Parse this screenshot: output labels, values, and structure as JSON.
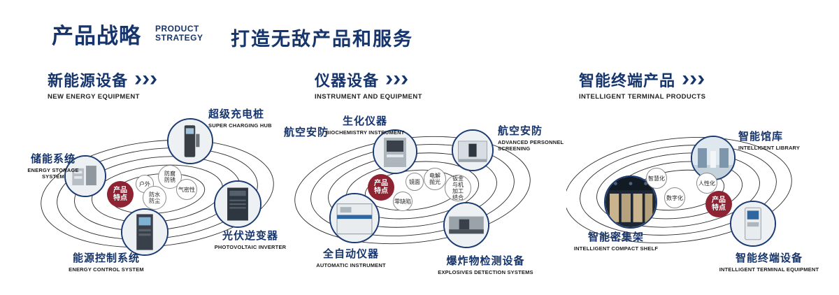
{
  "header": {
    "title": "产品战略",
    "subtitle_line1": "PRODUCT",
    "subtitle_line2": "STRATEGY",
    "tagline": "打造无敌产品和服务"
  },
  "badge_label": "产品特点",
  "sections": [
    {
      "title": "新能源设备",
      "subtitle": "NEW ENERGY EQUIPMENT",
      "products": [
        {
          "name": "超级充电桩",
          "en": "SUPER CHARGING HUB"
        },
        {
          "name": "储能系统",
          "en": "ENERGY STORAGE SYSTEM"
        },
        {
          "name": "光伏逆变器",
          "en": "PHOTOVOLTAIC INVERTER"
        },
        {
          "name": "能源控制系统",
          "en": "ENERGY CONTROL SYSTEM"
        }
      ],
      "features": [
        "户外",
        "防腐防锈",
        "气密性",
        "防水防尘"
      ]
    },
    {
      "title": "仪器设备",
      "subtitle": "INSTRUMENT AND EQUIPMENT",
      "extra_label": "航空安防",
      "products": [
        {
          "name": "生化仪器",
          "en": "BIOCHEMISTRY INSTRUMENT"
        },
        {
          "name": "航空安防",
          "en": "ADVANCED PERSONNEL SCREENING"
        },
        {
          "name": "全自动仪器",
          "en": "AUTOMATIC INSTRUMENT"
        },
        {
          "name": "爆炸物检测设备",
          "en": "EXPLOSIVES DETECTION SYSTEMS"
        }
      ],
      "features": [
        "镜面",
        "电解抛光",
        "钣金与机加工结合",
        "零缺陷"
      ]
    },
    {
      "title": "智能终端产品",
      "subtitle": "INTELLIGENT TERMINAL PRODUCTS",
      "products": [
        {
          "name": "智能馆库",
          "en": "INTELLIGENT LIBRARY"
        },
        {
          "name": "智能密集架",
          "en": "INTELLIGENT COMPACT SHELF"
        },
        {
          "name": "智能终端设备",
          "en": "INTELLIGENT TERMINAL EQUIPMENT"
        }
      ],
      "features": [
        "智慧化",
        "人性化",
        "数字化"
      ]
    }
  ],
  "colors": {
    "navy": "#16356d",
    "badge_red": "#8e2433"
  }
}
